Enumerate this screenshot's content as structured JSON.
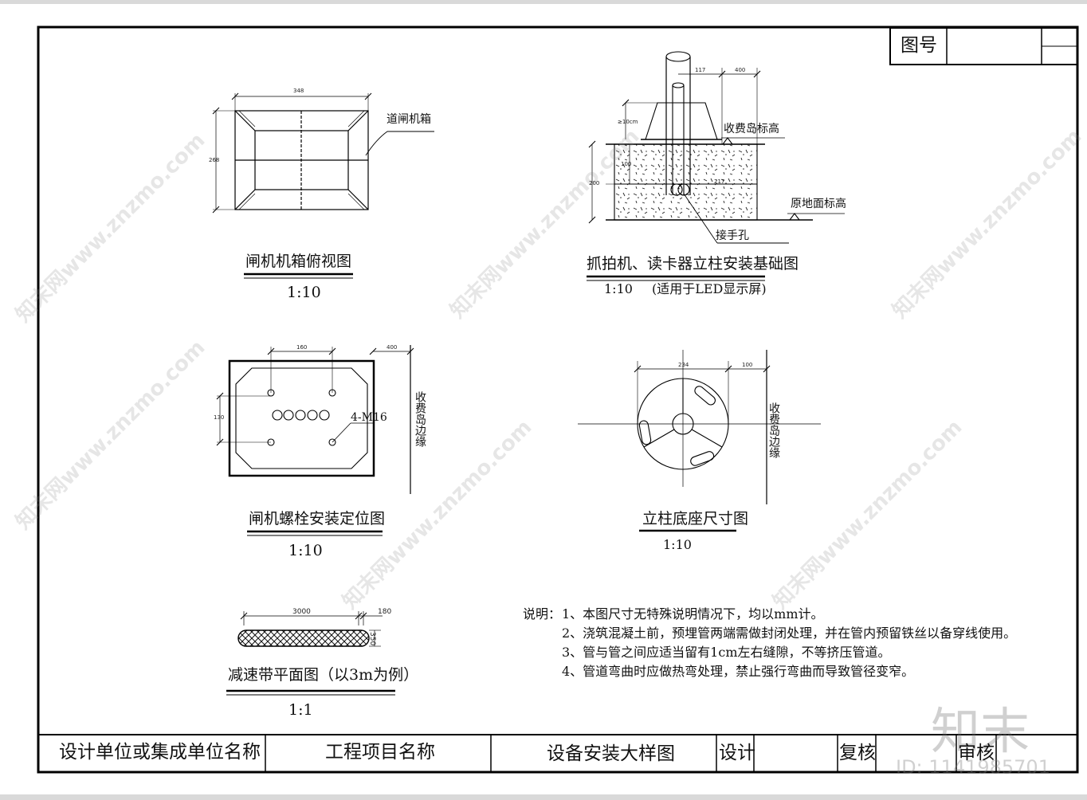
{
  "title_block": {
    "drawing_no_label": "图号",
    "design_unit": "设计单位或集成单位名称",
    "project_name": "工程项目名称",
    "drawing_title": "设备安装大样图",
    "design_label": "设计",
    "review_label": "复核",
    "approve_label": "审核"
  },
  "views": {
    "gate_box_top": {
      "title": "闸机机箱俯视图",
      "scale": "1:10",
      "callout": "道闸机箱",
      "dim_width": "348",
      "dim_height": "268"
    },
    "pole_foundation": {
      "title": "抓拍机、读卡器立柱安装基础图",
      "scale": "1:10",
      "note": "(适用于LED显示屏)",
      "island_level": "收费岛标高",
      "ground_level": "原地面标高",
      "hand_hole": "接手孔",
      "dims": [
        "117",
        "400",
        "≥10cm",
        "100",
        "217",
        "200"
      ]
    },
    "bolt_layout": {
      "title": "闸机螺栓安装定位图",
      "scale": "1:10",
      "bolt_label": "4-M16",
      "edge_label": "收费岛边缘",
      "dims": [
        "160",
        "400",
        "130"
      ]
    },
    "pole_base": {
      "title": "立柱底座尺寸图",
      "scale": "1:10",
      "edge_label": "收费岛边缘",
      "dims": [
        "234",
        "100"
      ]
    },
    "speed_bump": {
      "title": "减速带平面图（以3m为例）",
      "scale": "1:1",
      "dims": [
        "3000",
        "180",
        "350"
      ]
    }
  },
  "notes": {
    "prefix": "说明：",
    "items": [
      "1、本图尺寸无特殊说明情况下，均以mm计。",
      "2、浇筑混凝土前，预埋管两端需做封闭处理，并在管内预留铁丝以备穿线使用。",
      "3、管与管之间应适当留有1cm左右缝隙，不等挤压管道。",
      "4、管道弯曲时应做热弯处理，禁止强行弯曲而导致管径变窄。"
    ]
  },
  "watermark": {
    "text": "知末网www.znzmo.com",
    "logo": "知末",
    "id": "ID: 1141985701"
  }
}
